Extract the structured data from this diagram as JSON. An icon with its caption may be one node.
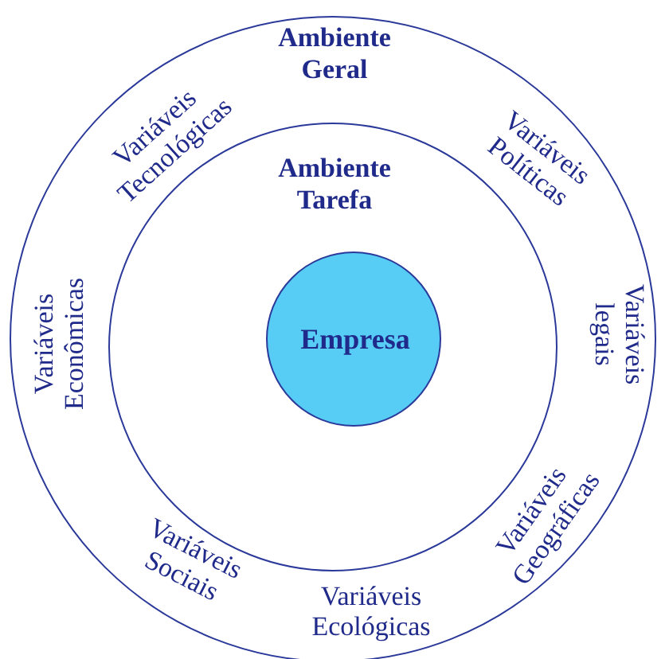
{
  "diagram": {
    "nodes": [
      {
        "text": [
          "Ambiente Geral"
        ]
      },
      {
        "text": [
          "Ambiente Tarefa"
        ],
        "in": 0
      },
      {
        "text": [
          "Empresa"
        ],
        "in": 1
      }
    ],
    "labels": [
      "Variáveis Tecnológicas",
      "Variáveis Políticas",
      "Variáveis Econômicas",
      "Variáveis legais",
      "Variáveis Sociais",
      "Variáveis Geográficas",
      "Variáveis Ecológicas"
    ]
  }
}
